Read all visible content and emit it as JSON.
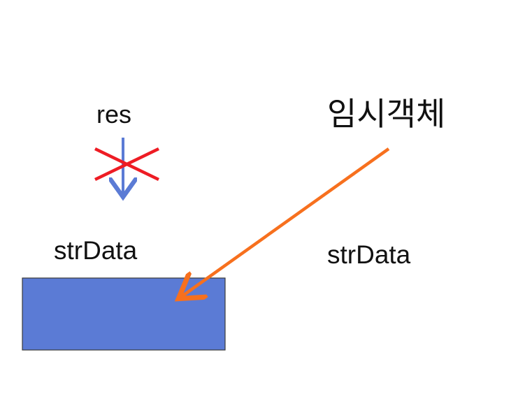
{
  "labels": {
    "res": "res",
    "temp_object": "임시객체",
    "strdata_left": "strData",
    "strdata_right": "strData"
  },
  "colors": {
    "box_fill": "#5b7bd5",
    "box_stroke": "#3a3a3a",
    "pointer_arrow": "#5b7bd5",
    "cross_mark": "#ee1c24",
    "temp_arrow": "#f7701e"
  }
}
